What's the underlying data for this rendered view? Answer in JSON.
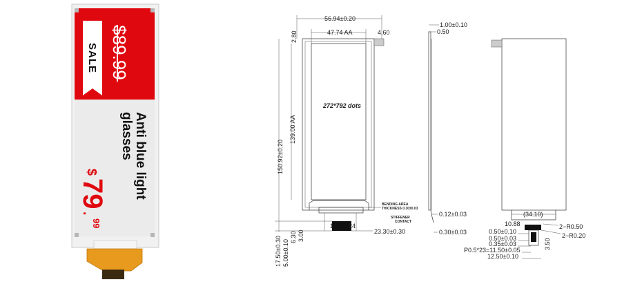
{
  "product": {
    "sale_badge": "SALE",
    "old_price": "$89.99",
    "name_line1": "Anti blue light",
    "name_line2": "glasses",
    "currency": "$",
    "price_main": "79",
    "price_dot": ".",
    "price_cents": "99"
  },
  "drawing": {
    "total_width": "56.94±0.20",
    "aa_width": "47.74  AA",
    "right_offset": "4.60",
    "top_offset": "2.80",
    "total_height": "150.92±0.20",
    "aa_height": "139.00  AA",
    "resolution": "272*792  dots",
    "bending_area": "BENDING AREA",
    "thickness": "THICKNESS  0.30±0.03",
    "stiffener": "STIFFENER",
    "contact": "CONTACT",
    "pin_first": "1",
    "pin_last": "24",
    "fpc_offset": "23.30±0.30",
    "dim_17_50": "17.50±0.30",
    "dim_5_00": "5.00±0.10",
    "dim_6_30": "6.30",
    "dim_3_00": "3.00",
    "thick_1_00": "1.00±0.10",
    "thick_0_50": "0.50",
    "thick_0_12": "0.12±0.03",
    "thick_0_30": "0.30±0.03",
    "fpc_34_10": "(34.10)",
    "fpc_10_88": "10.88",
    "fpc_0_50_010": "0.50±0.10",
    "fpc_0_50_003": "0.50±0.03",
    "fpc_0_35_003": "0.35±0.03",
    "fpc_pitch": "P0.5*23=11.50±0.05",
    "fpc_12_50": "12.50±0.10",
    "fpc_3_50": "3.50",
    "radius_050": "2−R0.50",
    "radius_020": "2−R0.20"
  },
  "colors": {
    "red": "#e0080f",
    "panel": "#ebebeb",
    "fpc": "#e79a1e"
  }
}
